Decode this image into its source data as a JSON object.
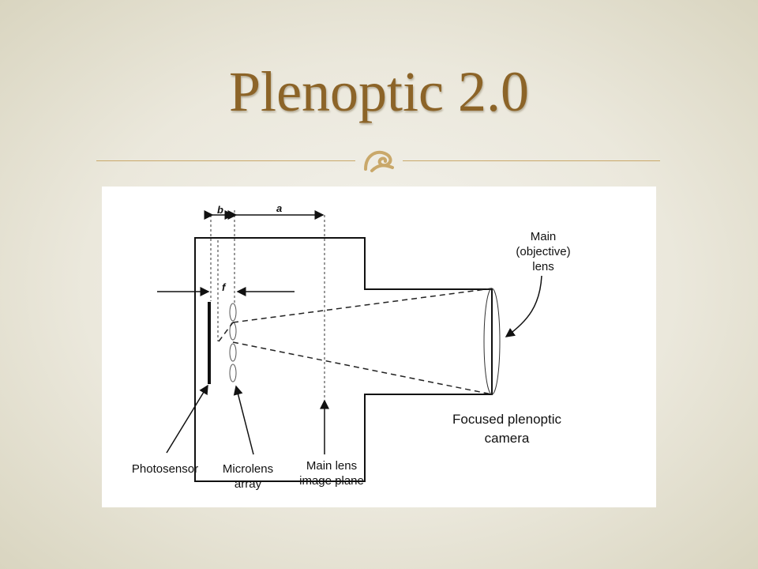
{
  "slide": {
    "title": "Plenoptic 2.0",
    "bullet_icon": "fleuron-ornament-icon",
    "accent_color": "#8c6428"
  },
  "diagram": {
    "labels": {
      "b": "b",
      "a": "a",
      "f": "f",
      "main_lens": "Main\n(objective)\nlens",
      "focused_camera": "Focused plenoptic\ncamera",
      "photosensor": "Photosensor",
      "microlens_array": "Microlens\narray",
      "image_plane": "Main lens\nimage plane"
    }
  }
}
